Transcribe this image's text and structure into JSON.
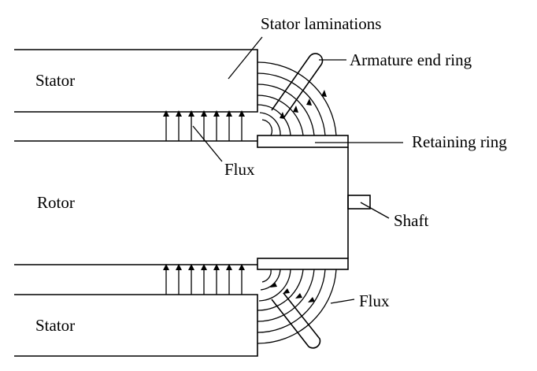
{
  "labels": {
    "stator_laminations": "Stator laminations",
    "stator_top": "Stator",
    "armature_end_ring": "Armature end ring",
    "retaining_ring": "Retaining ring",
    "flux_center": "Flux",
    "rotor": "Rotor",
    "shaft": "Shaft",
    "flux_bottom": "Flux",
    "stator_bottom": "Stator"
  },
  "colors": {
    "stroke": "#000000",
    "background": "#ffffff"
  }
}
